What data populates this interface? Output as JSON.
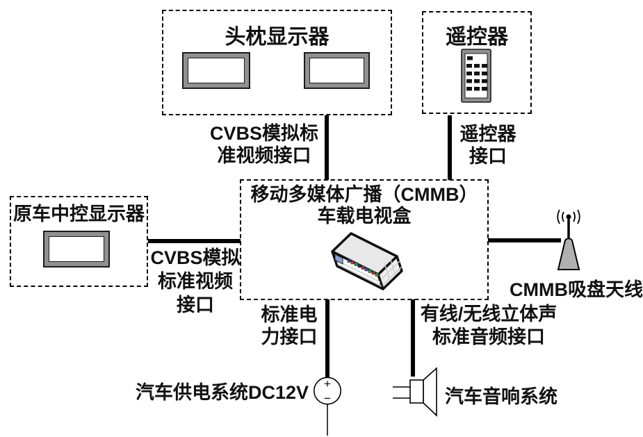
{
  "diagram": {
    "nodes": {
      "headrest_display": {
        "label": "头枕显示器"
      },
      "remote_control": {
        "label": "遥控器"
      },
      "cmmb_tv_box": {
        "label": [
          "移动多媒体广播（CMMB）",
          "车载电视盒"
        ]
      },
      "car_center_display": {
        "label": "原车中控显示器"
      },
      "antenna": {
        "label": "CMMB吸盘天线"
      },
      "power_supply": {
        "label": "汽车供电系统DC12V",
        "plus": "+",
        "minus": "−"
      },
      "audio_system": {
        "label": "汽车音响系统"
      }
    },
    "connections": {
      "cvbs_headrest": [
        "CVBS模拟标",
        "准视频接口"
      ],
      "remote_port": [
        "遥控器",
        "接口"
      ],
      "cvbs_center_display": [
        "CVBS模拟",
        "标准视频",
        "接口"
      ],
      "power_port": [
        "标准电",
        "力接口"
      ],
      "audio_port": [
        "有线/无线立体声",
        "标准音频接口"
      ]
    },
    "colors": {
      "line": "#000000",
      "box_border": "#000000",
      "monitor_frame": "#909090",
      "device_body": "#e8e8e8",
      "device_screen": "#8c9fd6",
      "device_port_colors": [
        "#223a8f",
        "#c0282d",
        "#2e8f3a",
        "#1b2f6e",
        "#c0282d",
        "#2e4fc0",
        "#2e8f3a",
        "#c0282d",
        "#2e8f3a"
      ],
      "antenna_fill": "#b0b0b0"
    }
  }
}
